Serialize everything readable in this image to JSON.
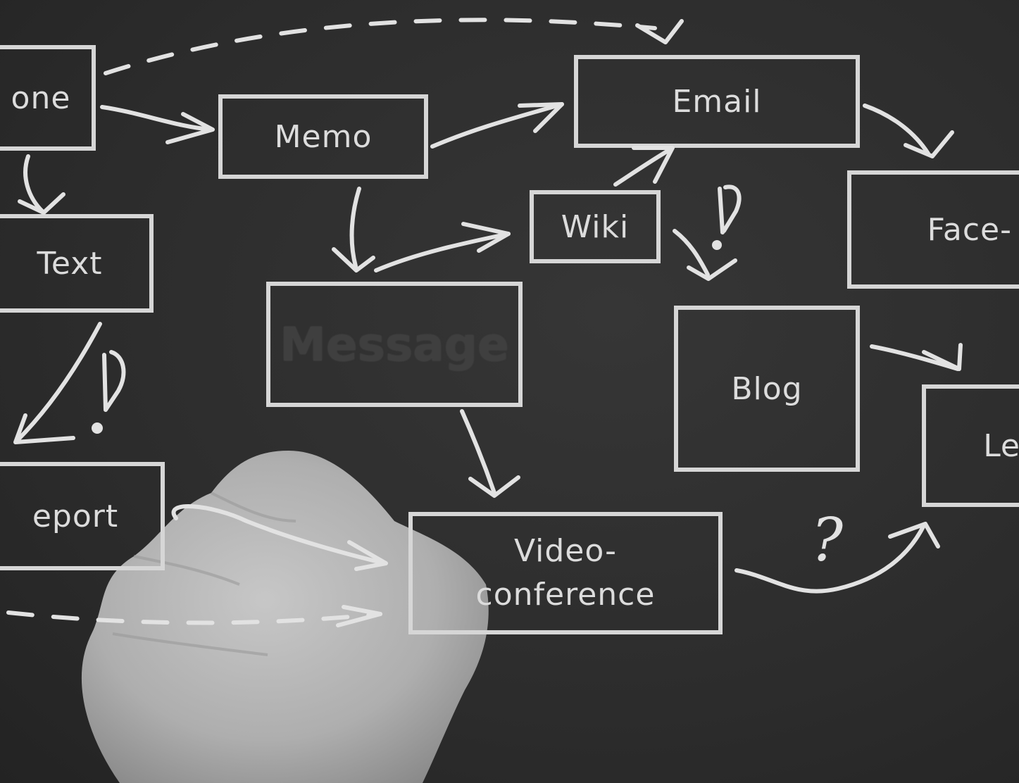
{
  "boxes": {
    "phone": "one",
    "memo": "Memo",
    "email": "Email",
    "text": "Text",
    "wiki": "Wiki",
    "facebook": "Face-",
    "message": "Message",
    "blog": "Blog",
    "learning": "Le",
    "report": "eport",
    "video_line1": "Video-",
    "video_line2": "conference"
  },
  "annotations": {
    "exclaim": "!",
    "question": "?"
  },
  "colors": {
    "board": "#2e2e2e",
    "chalk": "#dcdcdc",
    "hand": "#c9c9c9"
  }
}
